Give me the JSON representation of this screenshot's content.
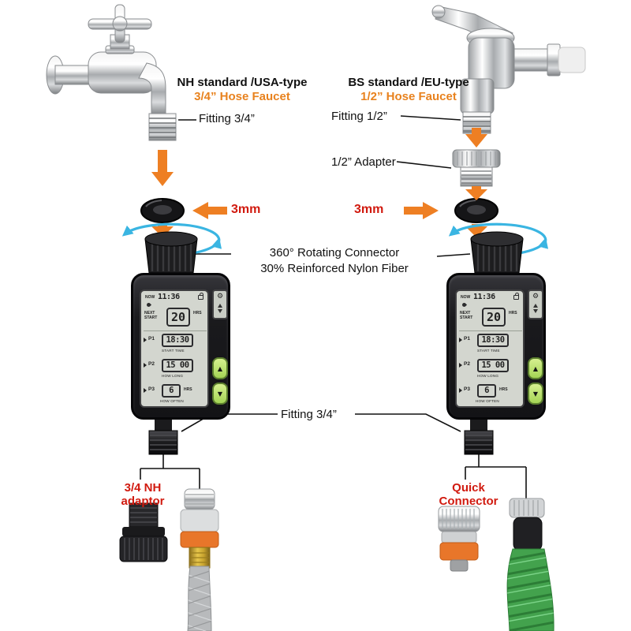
{
  "page": {
    "background": "#ffffff"
  },
  "colors": {
    "arrow_orange": "#ee7f23",
    "accent_orange_text": "#e8821e",
    "accent_red_text": "#d11a0f",
    "rotation_cyan": "#3ab5e2",
    "timer_body": "#1a1a1c",
    "lcd_background": "#d3d6cf",
    "button_green": "#a4d455"
  },
  "labels": {
    "left_faucet_title": "NH standard /USA-type",
    "left_faucet_subtitle": "3/4” Hose Faucet",
    "left_fitting_top": "Fitting 3/4”",
    "right_faucet_title": "BS standard /EU-type",
    "right_faucet_subtitle": "1/2” Hose Faucet",
    "right_fitting_top": "Fitting 1/2”",
    "adapter": "1/2” Adapter",
    "washer_left": "3mm",
    "washer_right": "3mm",
    "connector_line1": "360° Rotating Connector",
    "connector_line2": "30% Reinforced Nylon Fiber",
    "fitting_bottom": "Fitting 3/4”",
    "left_adaptor": "3/4 NH adaptor",
    "right_connector": "Quick Connector"
  },
  "timer": {
    "now_label": "NOW",
    "now_time": "11:36",
    "next_label": "NEXT START",
    "next_value": "20",
    "next_unit": "HRS",
    "p1_label": "P1",
    "p1_value": "18:30",
    "p1_caption": "START TIME",
    "p2_label": "P2",
    "p2_value": "15 00",
    "p2_caption": "HOW LONG",
    "p3_label": "P3",
    "p3_value": "6",
    "p3_unit": "HRS",
    "p3_caption": "HOW OFTEN",
    "up_glyph": "▲",
    "down_glyph": "▼",
    "gear_glyph": "⚙"
  }
}
